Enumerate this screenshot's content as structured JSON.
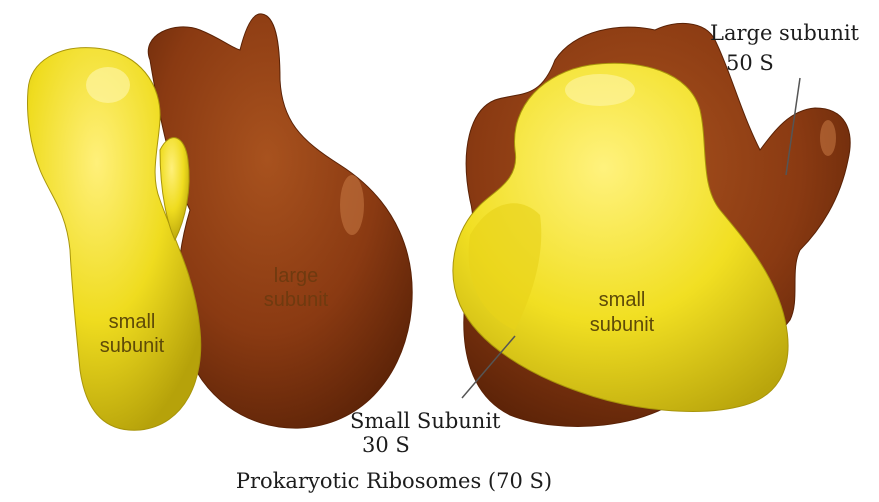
{
  "left_view": {
    "large_subunit": [
      "large",
      "subunit"
    ],
    "small_subunit": [
      "small",
      "subunit"
    ]
  },
  "right_view": {
    "small_subunit": [
      "small",
      "subunit"
    ],
    "callouts": {
      "large": {
        "name": "Large subunit",
        "value": "50 S"
      },
      "small": {
        "name": "Small Subunit",
        "value": "30 S"
      }
    }
  },
  "caption": "Prokaryotic Ribosomes (70 S)",
  "colors": {
    "large_subunit": "#8a3a12",
    "small_subunit": "#efdc1f",
    "leader_line": "#555555"
  }
}
